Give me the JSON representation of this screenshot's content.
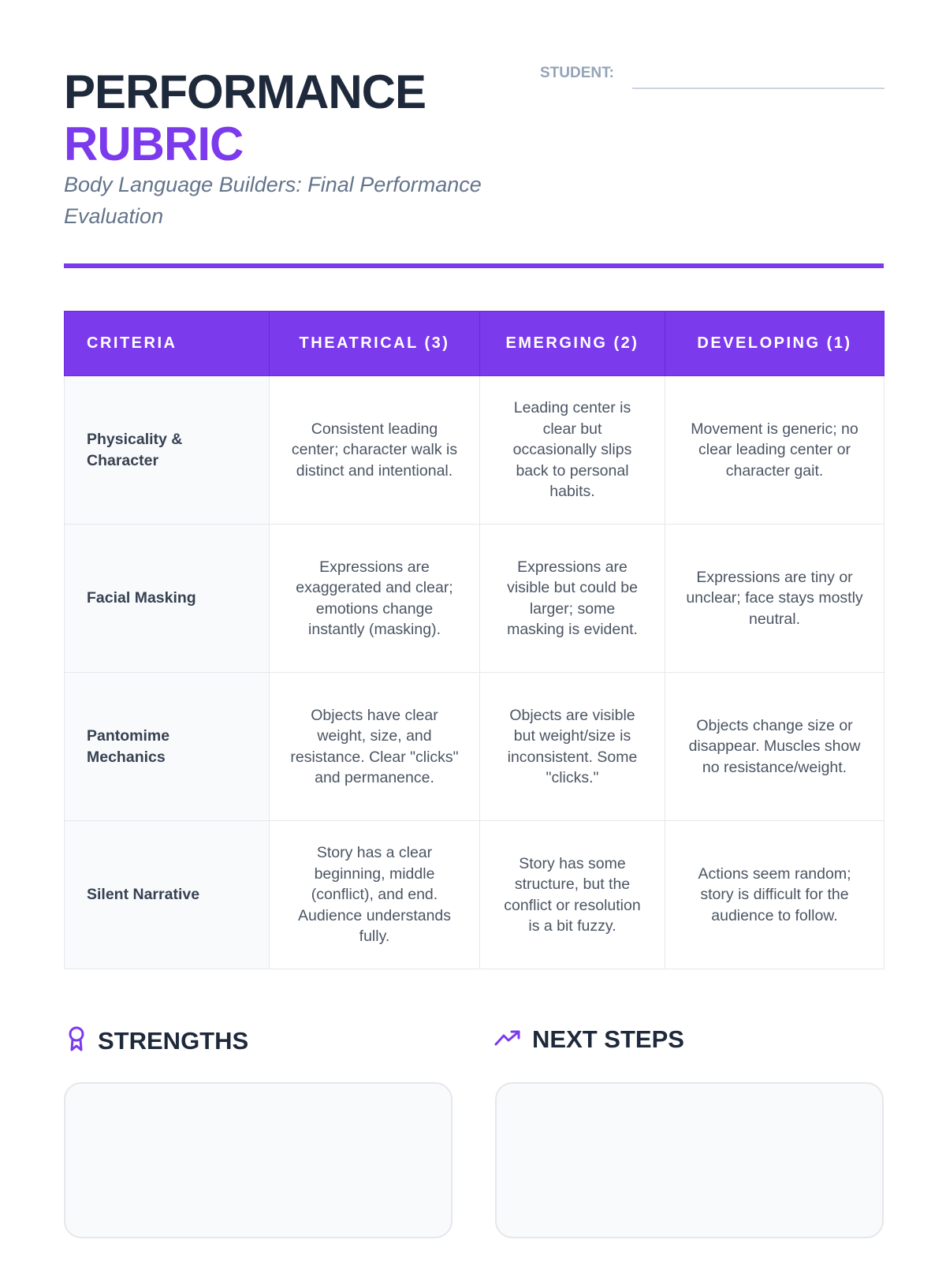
{
  "header": {
    "title_line1": "PERFORMANCE",
    "title_line2": "RUBRIC",
    "subtitle": "Body Language Builders: Final Performance Evaluation",
    "student_label": "STUDENT:"
  },
  "colors": {
    "accent": "#7c3aed",
    "dark": "#1e293b"
  },
  "table": {
    "headers": [
      "CRITERIA",
      "THEATRICAL (3)",
      "EMERGING (2)",
      "DEVELOPING (1)"
    ],
    "rows": [
      {
        "criteria": "Physicality & Character",
        "theatrical": "Consistent leading center; character walk is distinct and intentional.",
        "emerging": "Leading center is clear but occasionally slips back to personal habits.",
        "developing": "Movement is generic; no clear leading center or character gait."
      },
      {
        "criteria": "Facial Masking",
        "theatrical": "Expressions are exaggerated and clear; emotions change instantly (masking).",
        "emerging": "Expressions are visible but could be larger; some masking is evident.",
        "developing": "Expressions are tiny or unclear; face stays mostly neutral."
      },
      {
        "criteria": "Pantomime Mechanics",
        "theatrical": "Objects have clear weight, size, and resistance. Clear \"clicks\" and permanence.",
        "emerging": "Objects are visible but weight/size is inconsistent. Some \"clicks.\"",
        "developing": "Objects change size or disappear. Muscles show no resistance/weight."
      },
      {
        "criteria": "Silent Narrative",
        "theatrical": "Story has a clear beginning, middle (conflict), and end. Audience understands fully.",
        "emerging": "Story has some structure, but the conflict or resolution is a bit fuzzy.",
        "developing": "Actions seem random; story is difficult for the audience to follow."
      }
    ]
  },
  "strengths": {
    "title": "STRENGTHS",
    "icon": "award-icon"
  },
  "next_steps": {
    "title": "NEXT STEPS",
    "icon": "trending-up-icon"
  }
}
